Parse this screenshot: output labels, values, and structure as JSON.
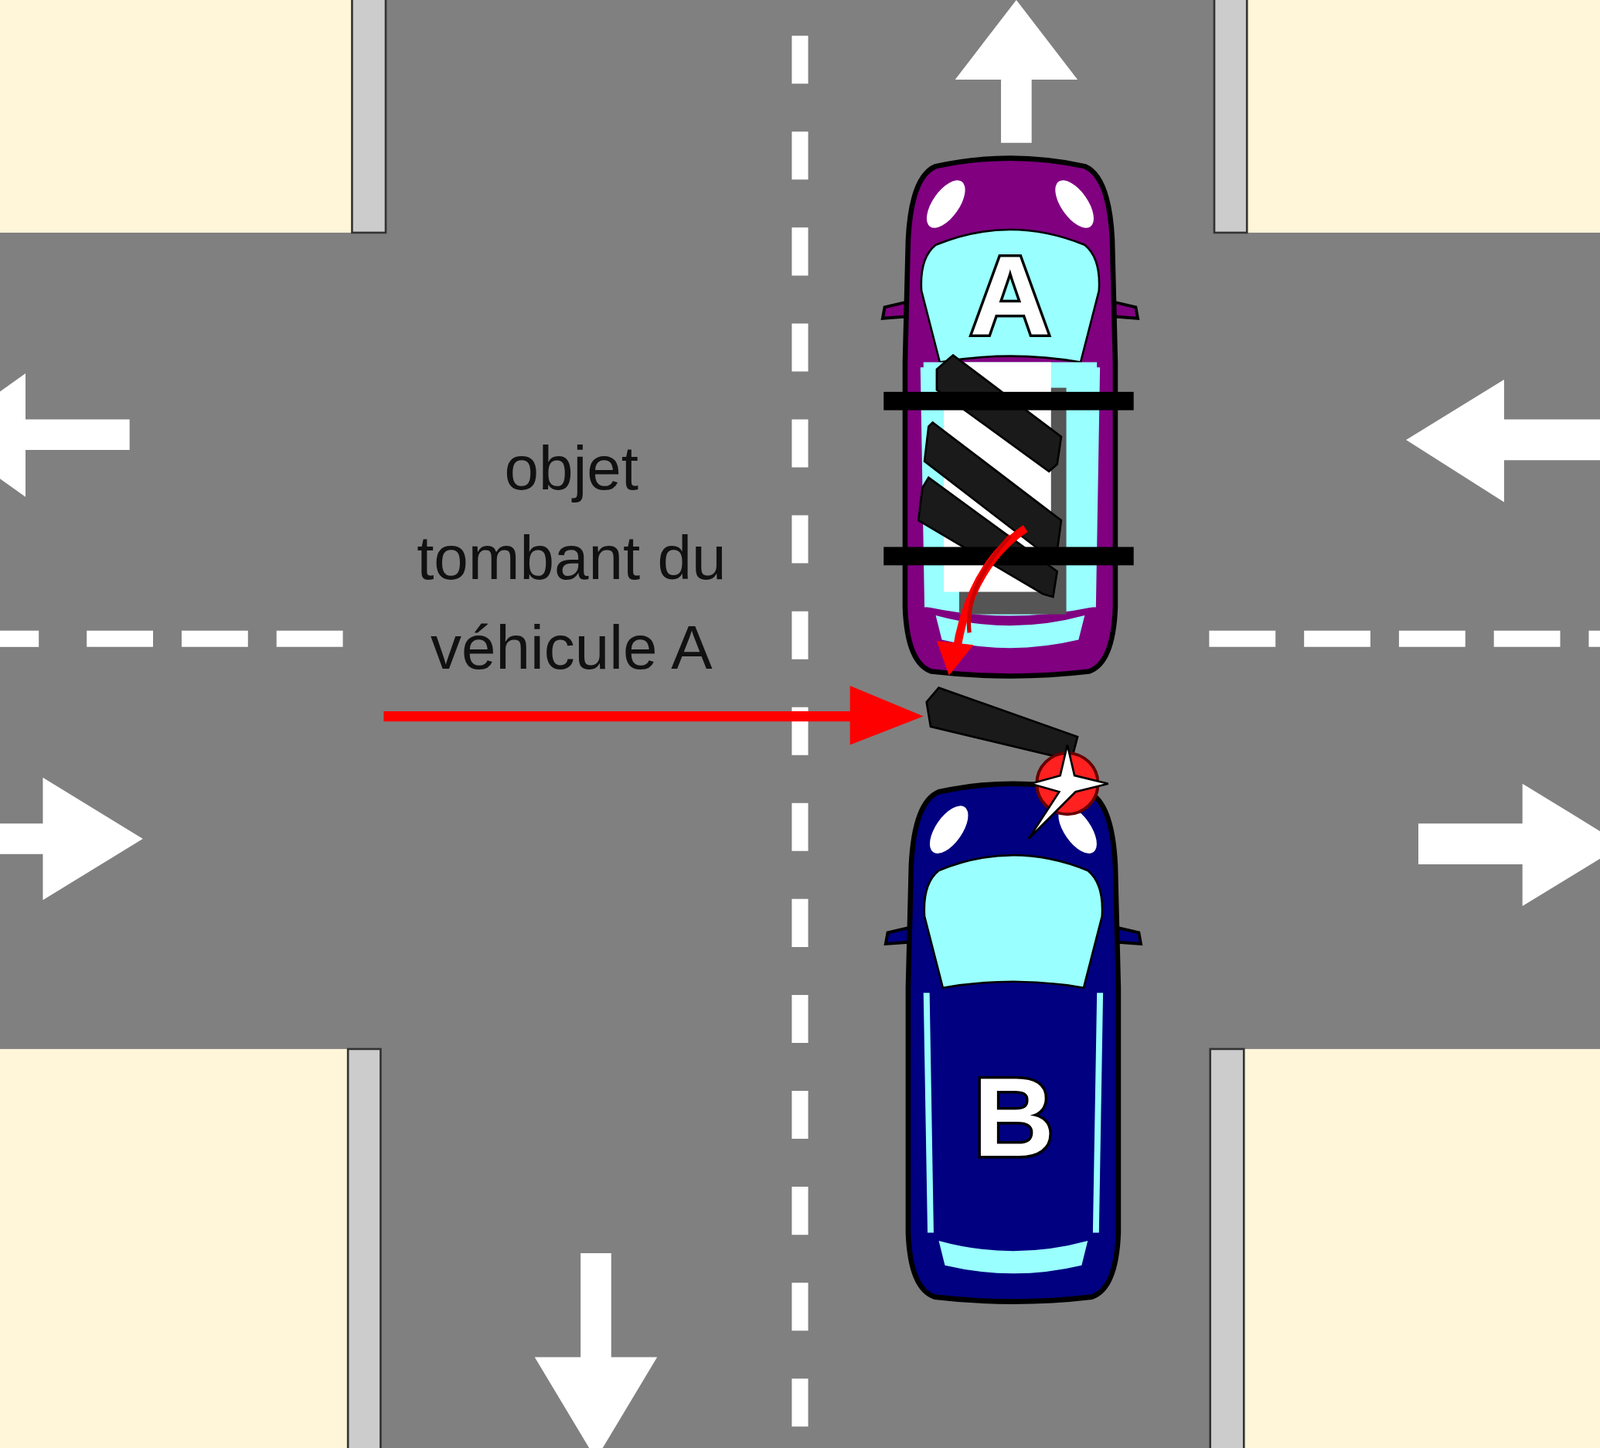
{
  "diagram": {
    "nodes": [
      {
        "text": [
          "A"
        ]
      },
      {
        "text": [
          "B"
        ]
      }
    ],
    "labels": [
      "objet tombant du véhicule A"
    ]
  }
}
